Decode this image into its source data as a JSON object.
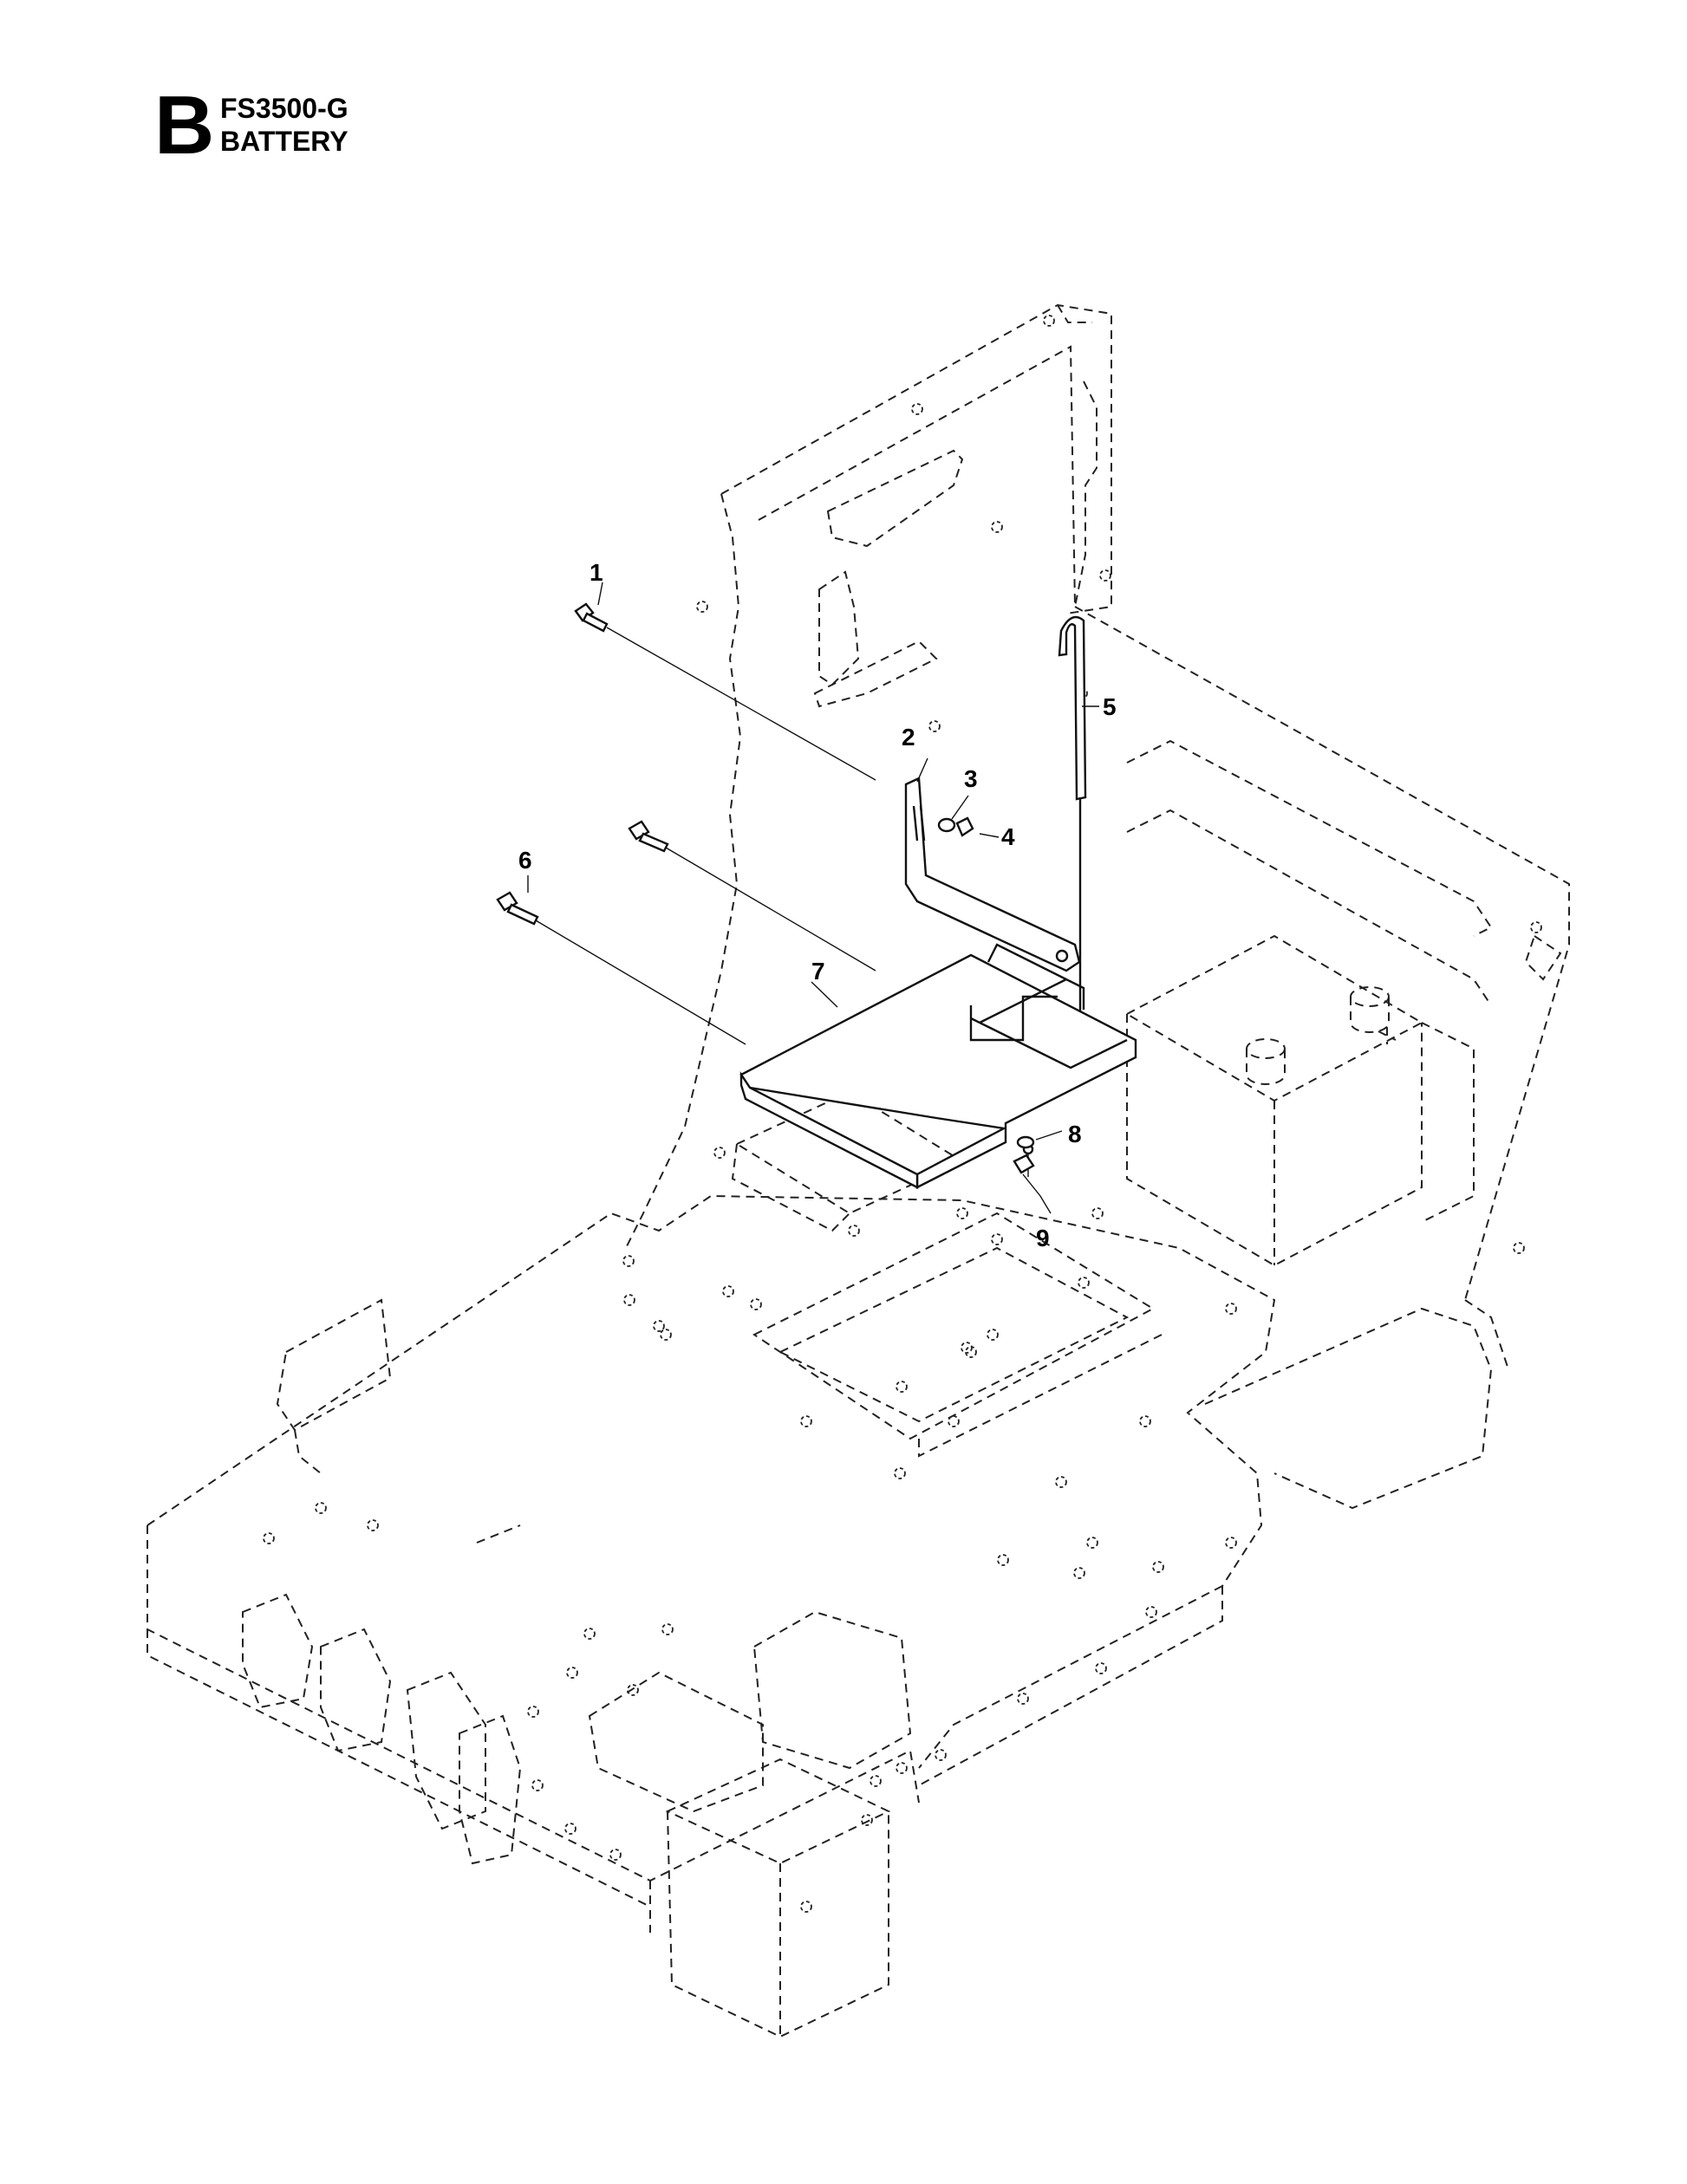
{
  "header": {
    "section_letter": "B",
    "model": "FS3500-G",
    "title": "BATTERY"
  },
  "callouts": [
    {
      "id": "1",
      "label": "1"
    },
    {
      "id": "2",
      "label": "2"
    },
    {
      "id": "3",
      "label": "3"
    },
    {
      "id": "4",
      "label": "4"
    },
    {
      "id": "5",
      "label": "5"
    },
    {
      "id": "6",
      "label": "6"
    },
    {
      "id": "7",
      "label": "7"
    },
    {
      "id": "8",
      "label": "8"
    },
    {
      "id": "9",
      "label": "9"
    }
  ]
}
